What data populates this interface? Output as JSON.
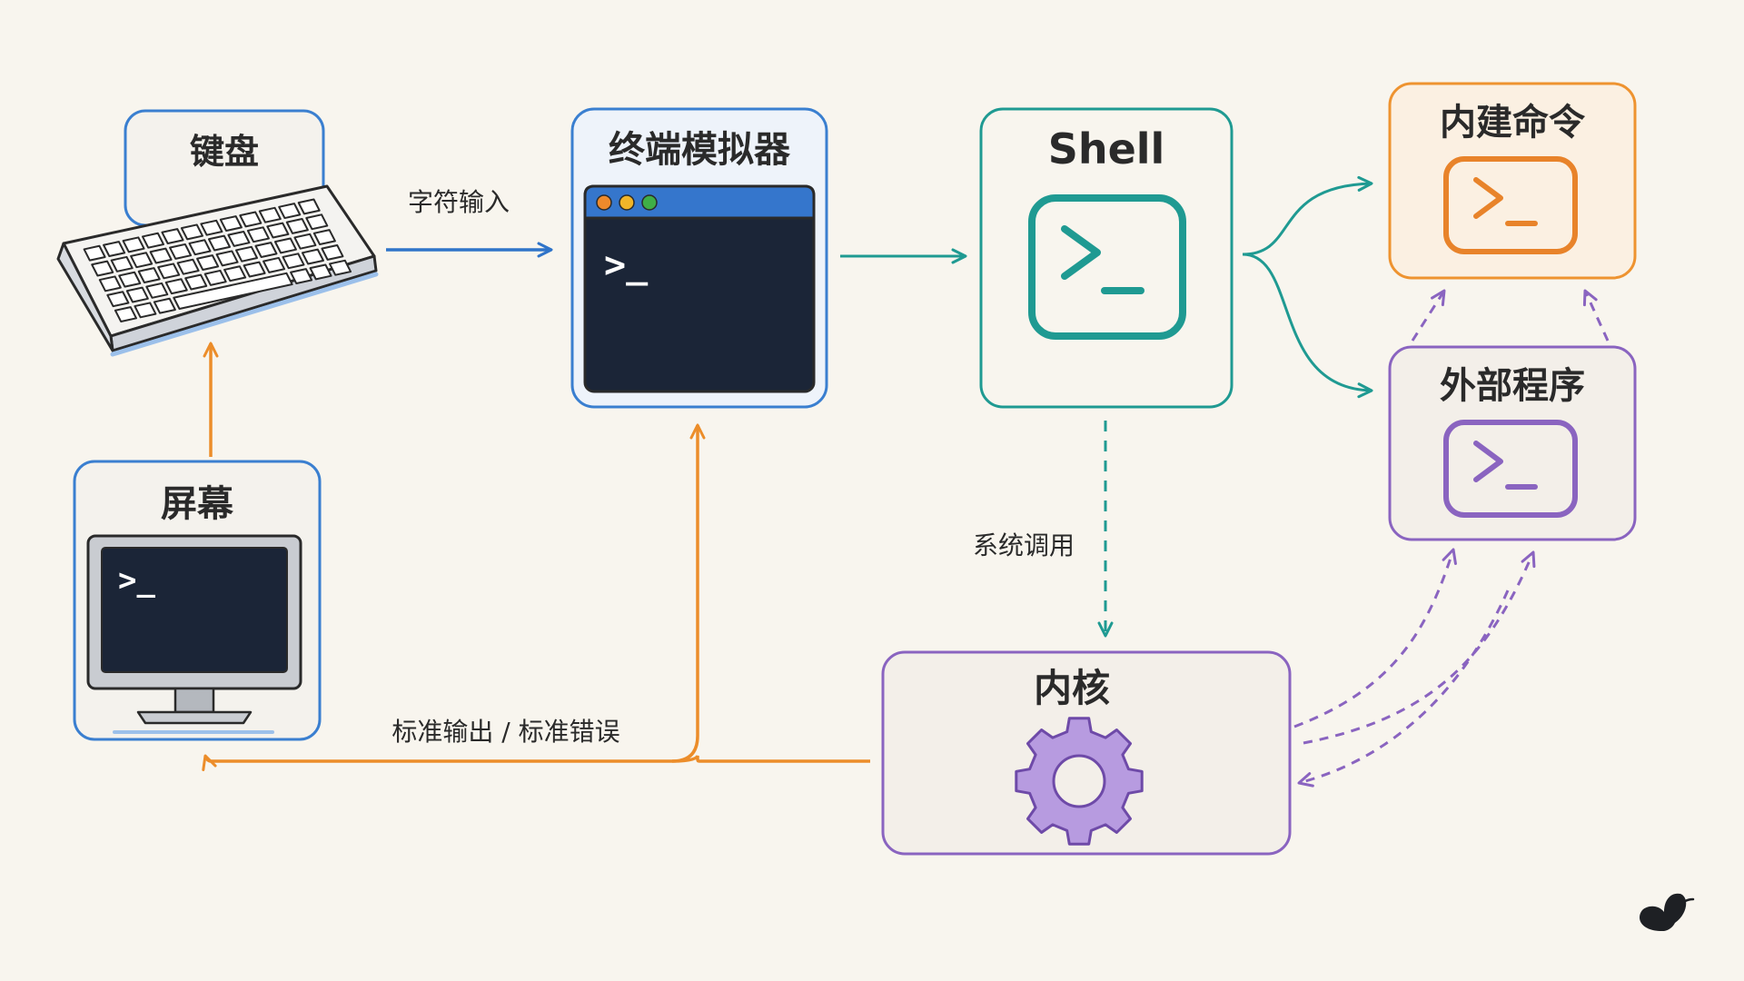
{
  "nodes": {
    "keyboard": {
      "label": "键盘"
    },
    "terminal": {
      "label": "终端模拟器"
    },
    "shell": {
      "label": "Shell"
    },
    "builtin": {
      "label": "内建命令"
    },
    "external": {
      "label": "外部程序"
    },
    "screen": {
      "label": "屏幕"
    },
    "kernel": {
      "label": "内核"
    }
  },
  "edges": {
    "char_input": "字符输入",
    "syscall": "系统调用",
    "stdout_stderr": "标准输出 / 标准错误"
  },
  "prompt_glyph": ">_",
  "icons": {
    "keyboard": "keyboard-icon",
    "terminal": "terminal-window-icon",
    "shell": "shell-prompt-icon",
    "builtin": "builtin-prompt-icon",
    "external": "external-prompt-icon",
    "screen": "monitor-icon",
    "kernel": "gear-icon",
    "brand": "butterfly-logo-icon"
  },
  "colors": {
    "background": "#f8f5ee",
    "blue": "#3a7fd0",
    "teal": "#1f9a92",
    "orange": "#ee9330",
    "purple": "#8a64c0",
    "terminal_dark": "#1b2537"
  }
}
